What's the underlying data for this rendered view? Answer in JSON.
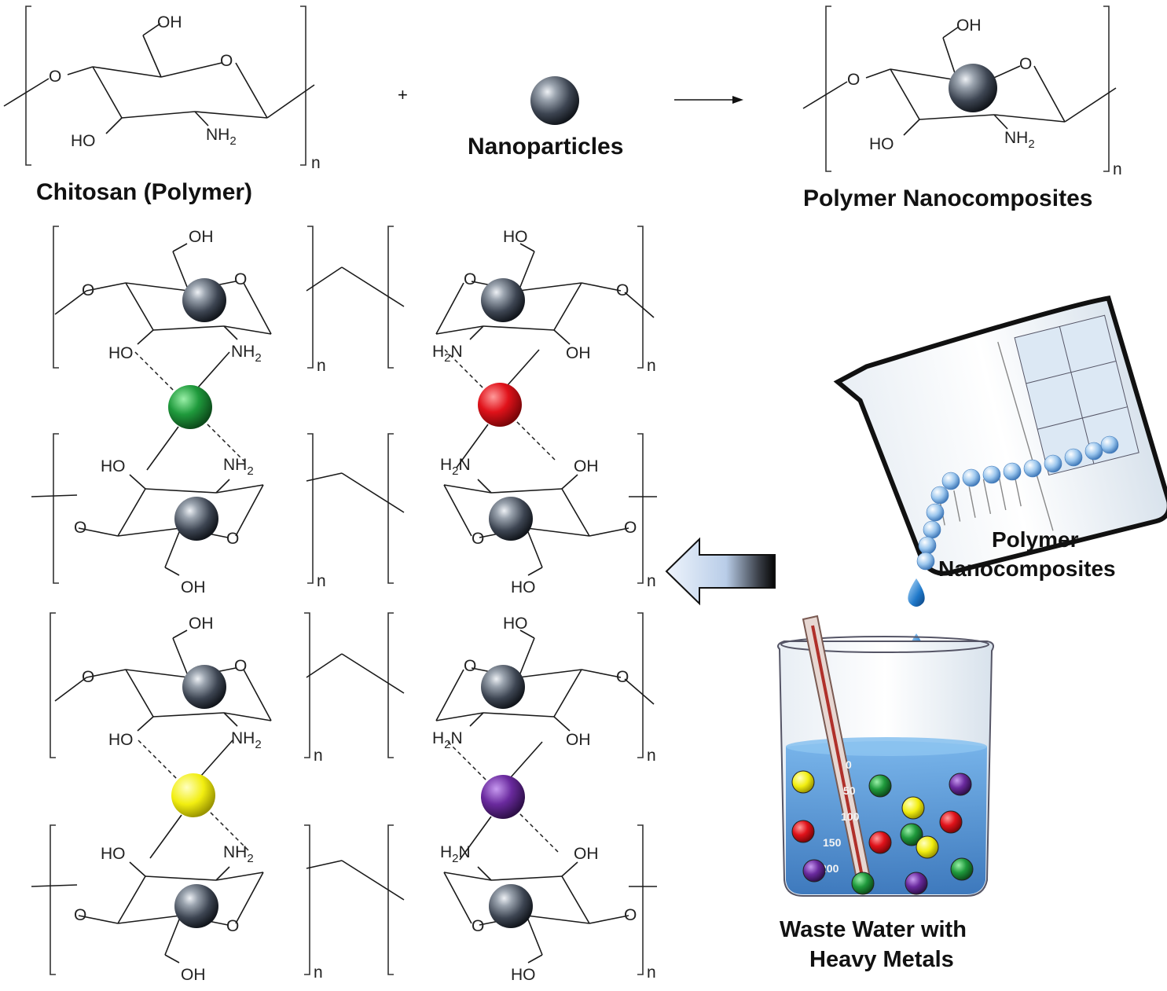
{
  "reaction": {
    "reactant_label": "Chitosan (Polymer)",
    "plus_sign": "+",
    "nanoparticle_label": "Nanoparticles",
    "product_label": "Polymer Nanocomposites"
  },
  "chem": {
    "oh": "OH",
    "ho": "HO",
    "o": "O",
    "nh2": "NH",
    "h2n": "H",
    "sub2": "2",
    "n_prefix": "N",
    "n_repeat": "n"
  },
  "process": {
    "pour_label_line1": "Polymer",
    "pour_label_line2": "Nanocomposites",
    "beaker_label_line1": "Waste Water with",
    "beaker_label_line2": "Heavy Metals",
    "thermometer_ticks": [
      "0",
      "50",
      "100",
      "150",
      "200"
    ]
  },
  "colors": {
    "nanoparticle": "#3d4552",
    "metal_green": "#1f9a3c",
    "metal_red": "#e0121a",
    "metal_yellow": "#f2ee10",
    "metal_purple": "#6a2a9e",
    "water": "#4a90d8",
    "arrow_fill_light": "#dfe9f7",
    "arrow_fill_dark": "#0a0a0a",
    "droplet": "#1f78c9"
  },
  "icons": {
    "nanoparticle": "sphere-icon",
    "arrow": "left-arrow-icon",
    "beaker": "beaker-icon",
    "droplet": "water-drop-icon"
  }
}
